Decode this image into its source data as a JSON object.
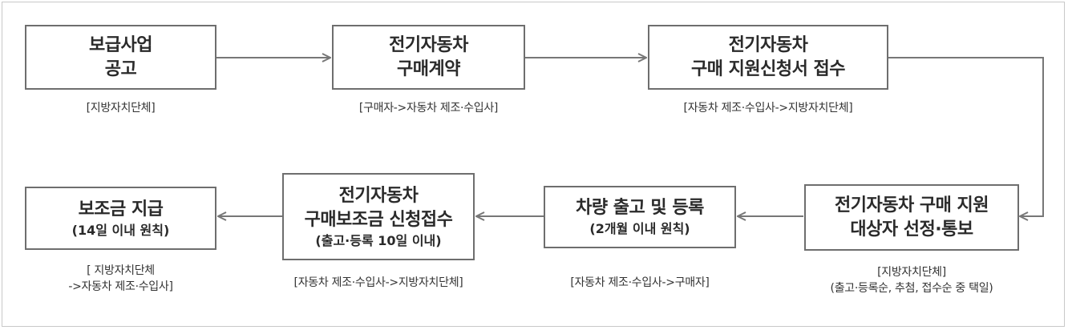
{
  "steps": [
    {
      "title_lines": [
        "보급사업",
        "공고"
      ],
      "note_lines": [],
      "caption_lines": [
        "[지방자치단체]"
      ]
    },
    {
      "title_lines": [
        "전기자동차",
        "구매계약"
      ],
      "note_lines": [],
      "caption_lines": [
        "[구매자->자동차 제조·수입사]"
      ]
    },
    {
      "title_lines": [
        "전기자동차",
        "구매 지원신청서 접수"
      ],
      "note_lines": [],
      "caption_lines": [
        "[자동차 제조·수입사->지방자치단체]"
      ]
    },
    {
      "title_lines": [
        "전기자동차 구매 지원",
        "대상자 선정·통보"
      ],
      "note_lines": [],
      "caption_lines": [
        "[지방자치단체]",
        "(출고·등록순, 추첨, 접수순 중 택일)"
      ]
    },
    {
      "title_lines": [
        "차량 출고 및 등록"
      ],
      "note_lines": [
        "(2개월 이내 원칙)"
      ],
      "caption_lines": [
        "[자동차 제조·수입사->구매자]"
      ]
    },
    {
      "title_lines": [
        "전기자동차",
        "구매보조금 신청접수"
      ],
      "note_lines": [
        "(출고·등록 10일 이내)"
      ],
      "caption_lines": [
        "[자동차 제조·수입사->지방자치단체]"
      ]
    },
    {
      "title_lines": [
        "보조금 지급"
      ],
      "note_lines": [
        "(14일 이내 원칙)"
      ],
      "caption_lines": [
        "[ 지방자치단체",
        "->자동차 제조·수입사]"
      ]
    }
  ],
  "colors": {
    "box_border": "#6e6e6e",
    "arrow": "#777777",
    "text": "#2a2a2a"
  }
}
